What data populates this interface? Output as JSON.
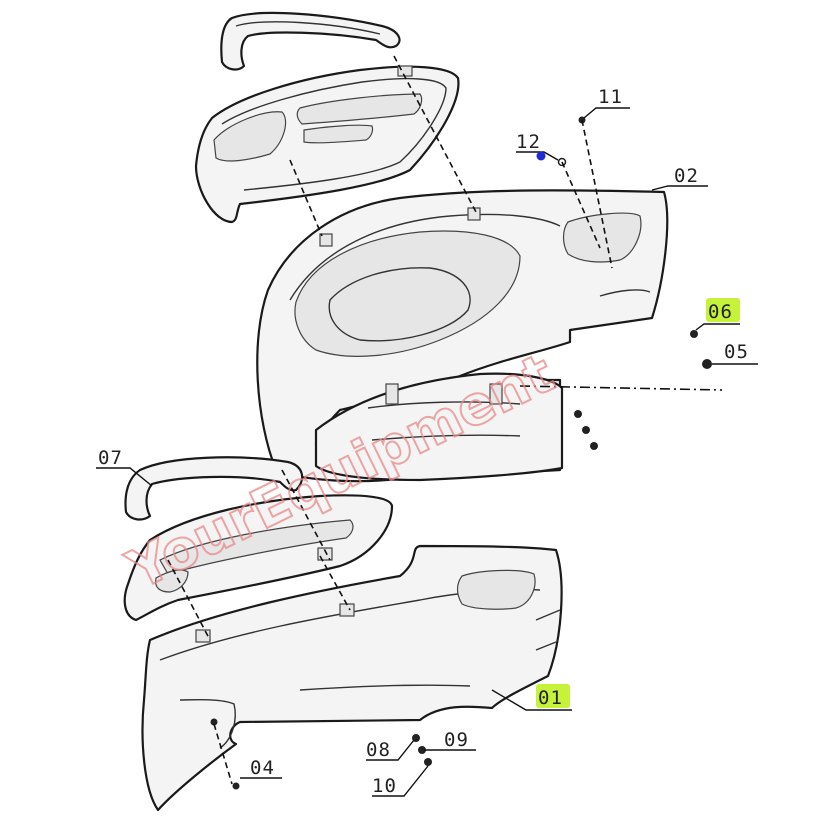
{
  "diagram": {
    "parts": [
      "Upper handle",
      "Upper headlight bezel",
      "Main fender (02)",
      "Lower handle",
      "Lower headlight bezel",
      "Front fender (01)"
    ],
    "callouts": [
      {
        "id": "c01",
        "label": "01",
        "highlight": "#c6f23a"
      },
      {
        "id": "c02",
        "label": "02",
        "highlight": ""
      },
      {
        "id": "c04",
        "label": "04",
        "highlight": ""
      },
      {
        "id": "c05",
        "label": "05",
        "highlight": ""
      },
      {
        "id": "c06",
        "label": "06",
        "highlight": "#c6f23a"
      },
      {
        "id": "c07",
        "label": "07",
        "highlight": ""
      },
      {
        "id": "c08",
        "label": "08",
        "highlight": ""
      },
      {
        "id": "c09",
        "label": "09",
        "highlight": ""
      },
      {
        "id": "c10",
        "label": "10",
        "highlight": ""
      },
      {
        "id": "c11",
        "label": "11",
        "highlight": ""
      },
      {
        "id": "c12",
        "label": "12",
        "highlight": ""
      }
    ],
    "marker_color": "#1f2bd6",
    "watermark": "YourEquipment",
    "watermark_color": "#e98888"
  }
}
